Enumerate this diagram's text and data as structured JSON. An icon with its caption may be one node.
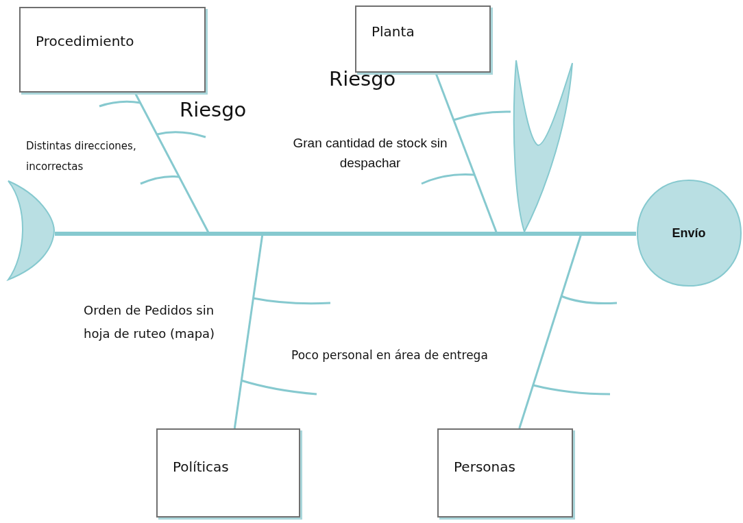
{
  "diagram": {
    "nodes": [
      {
        "text": [
          "Procedimiento"
        ]
      },
      {
        "text": [
          "Planta"
        ]
      },
      {
        "text": [],
        "shape": "crescent"
      },
      {
        "text": [
          "Envío"
        ]
      },
      {
        "text": [
          "Políticas"
        ]
      },
      {
        "text": [
          "Personas"
        ]
      }
    ],
    "edges": [
      {
        "from": 2,
        "to": 3,
        "arrow": "none",
        "style": "thick"
      },
      {
        "from": 0,
        "to": null,
        "arrow": "none"
      },
      {
        "from": 1,
        "to": null,
        "arrow": "none"
      },
      {
        "from": 4,
        "to": null,
        "arrow": "none"
      },
      {
        "from": 5,
        "to": null,
        "arrow": "none"
      }
    ],
    "labels": [
      "Riesgo",
      "Riesgo",
      "Distintas direcciones, incorrectas",
      "Gran cantidad de stock sin despachar",
      "Orden de Pedidos sin hoja de ruteo (mapa)",
      "Poco personal en área de entrega"
    ]
  }
}
